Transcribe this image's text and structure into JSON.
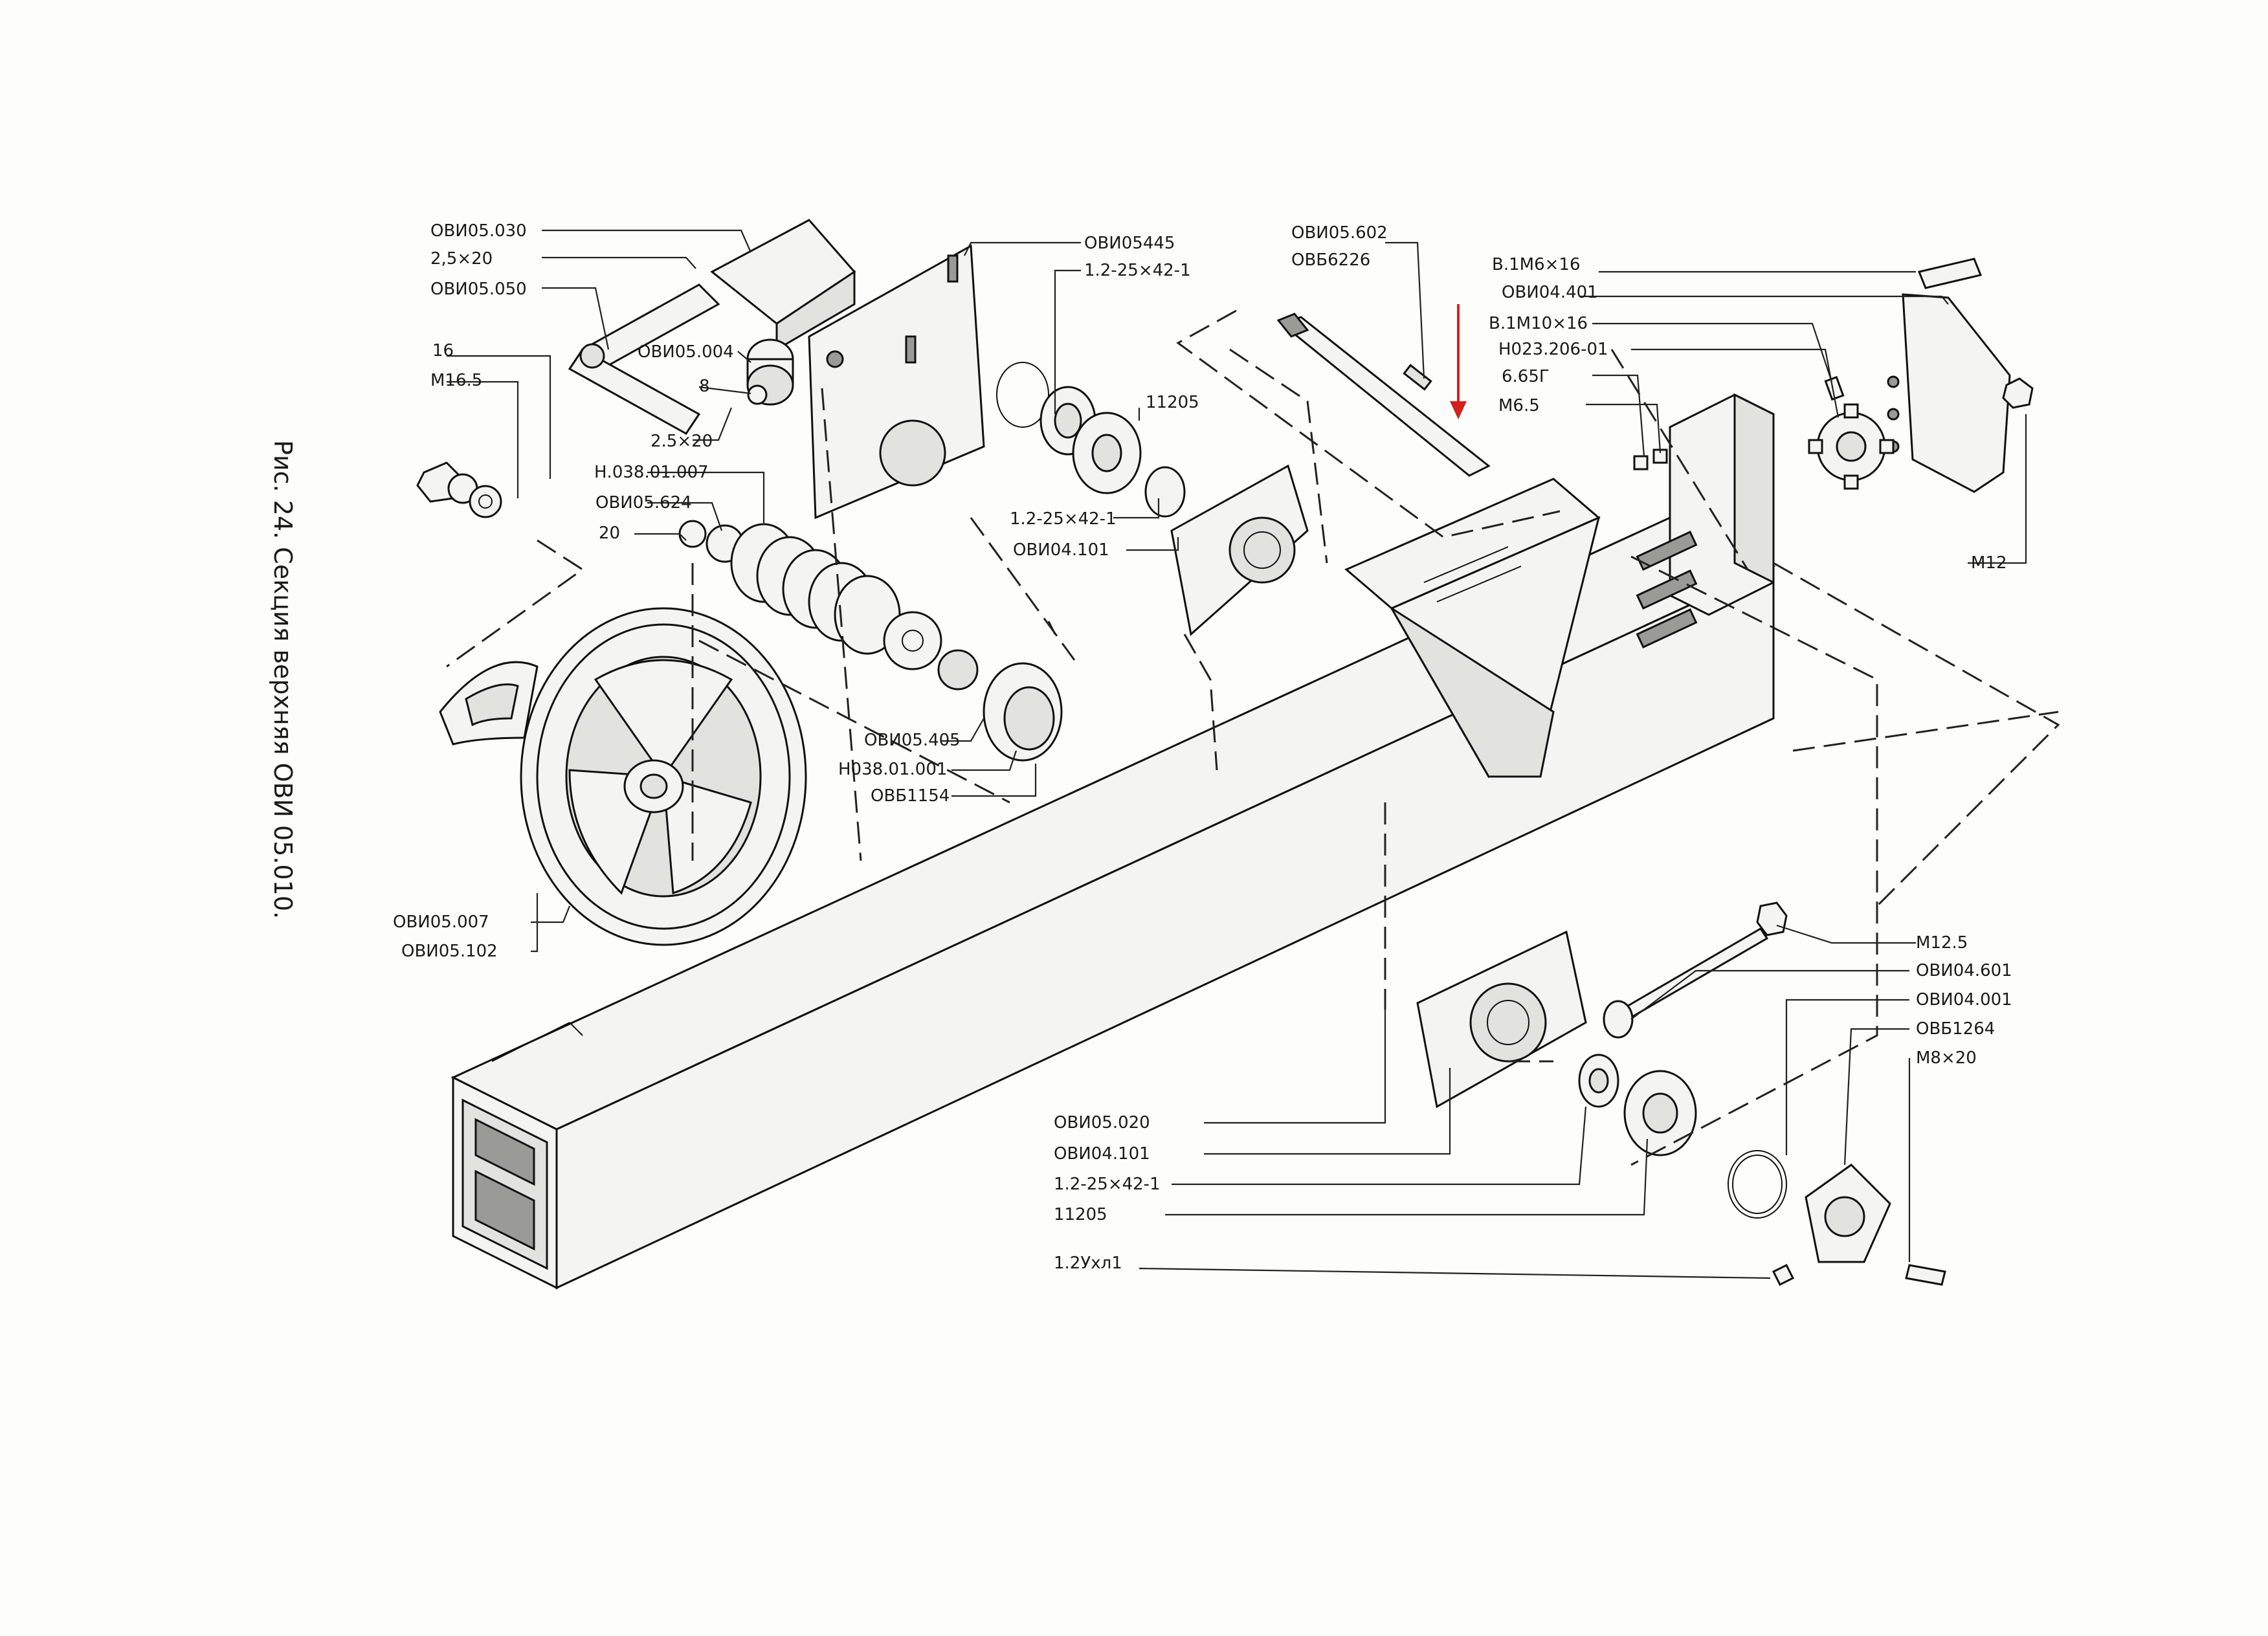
{
  "caption": "Рис. 24. Секция верхняя ОВИ 05.010.",
  "colors": {
    "ink": "#1a1a1a",
    "paper": "#fdfdfb",
    "arrow": "#d42020"
  },
  "labels": {
    "l01": "ОВИ05.030",
    "l02": "2,5×20",
    "l03": "ОВИ05.050",
    "l04": "ОВИ05.004",
    "l05": "8",
    "l06": "2.5×20",
    "l07": "16",
    "l08": "М16.5",
    "l09": "Н.038.01.007",
    "l10": "ОВИ05.624",
    "l11": "20",
    "l12": "ОВИ05445",
    "l13": "1.2-25×42-1",
    "l14": "11205",
    "l15": "1.2-25×42-1",
    "l16": "ОВИ04.101",
    "l17": "ОВИ05.405",
    "l18": "Н038.01.001",
    "l19": "ОВБ1154",
    "l20": "ОВИ05.007",
    "l21": "ОВИ05.102",
    "l22": "ОВИ05.602",
    "l23": "ОВБ6226",
    "l24": "В.1М6×16",
    "l25": "ОВИ04.401",
    "l26": "В.1М10×16",
    "l27": "Н023.206-01",
    "l28": "6.65Г",
    "l29": "М6.5",
    "l30": "М12",
    "l31": "М12.5",
    "l32": "ОВИ04.601",
    "l33": "ОВИ04.001",
    "l34": "ОВБ1264",
    "l35": "М8×20",
    "l36": "ОВИ05.020",
    "l37": "ОВИ04.101",
    "l38": "1.2-25×42-1",
    "l39": "11205",
    "l40": "1.2Ухл1"
  }
}
